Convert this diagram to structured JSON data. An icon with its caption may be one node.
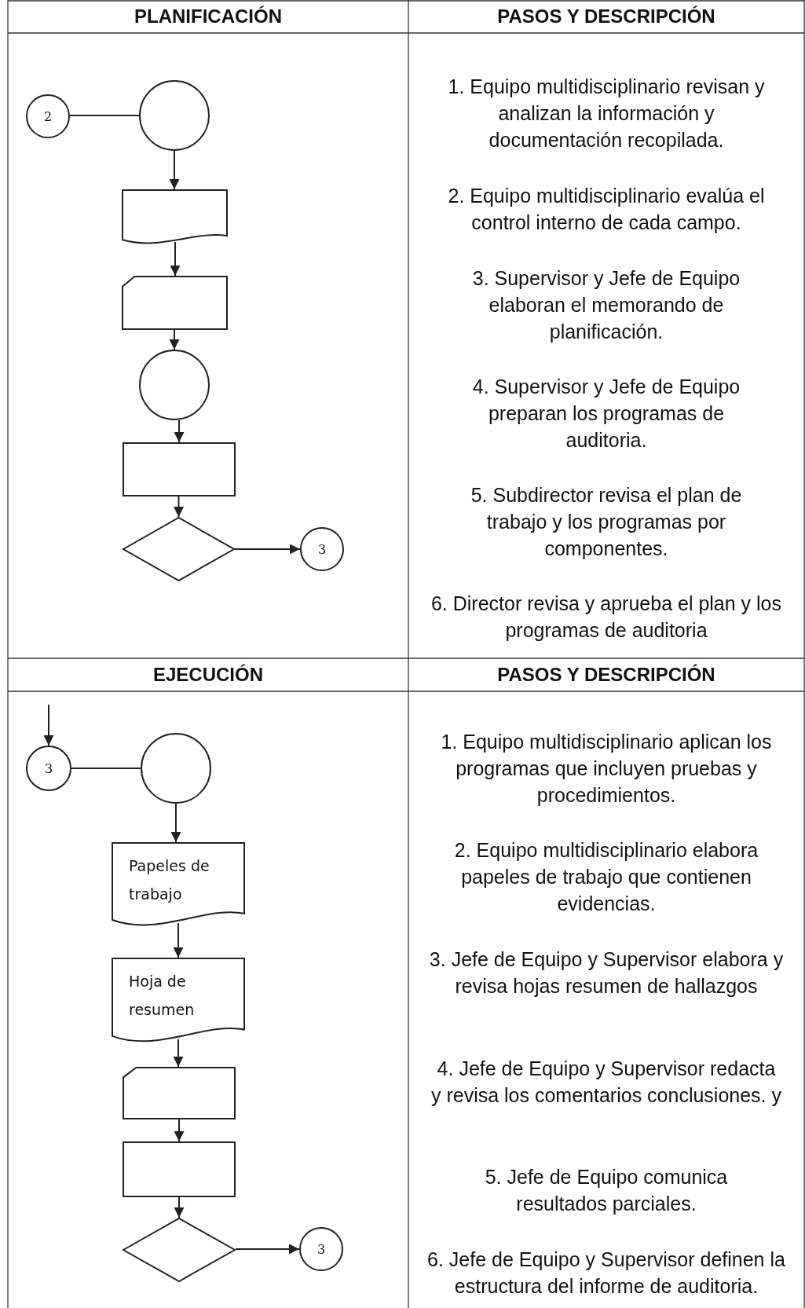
{
  "diagram": {
    "nodes": [
      {
        "text": [
          "2"
        ]
      },
      {
        "text": [],
        "shape": "circle"
      },
      {
        "text": [],
        "shape": "document"
      },
      {
        "text": [],
        "shape": "manual-input"
      },
      {
        "text": [],
        "shape": "circle"
      },
      {
        "text": [],
        "shape": "box"
      },
      {
        "text": [],
        "shape": "diamond"
      },
      {
        "text": [
          "3"
        ]
      },
      {
        "text": [
          "3"
        ]
      },
      {
        "text": [],
        "shape": "circle"
      },
      {
        "text": [
          "Papeles de trabajo"
        ]
      },
      {
        "text": [
          "Hoja de resumen"
        ]
      },
      {
        "text": [],
        "shape": "manual-input"
      },
      {
        "text": [],
        "shape": "box"
      },
      {
        "text": [],
        "shape": "diamond"
      },
      {
        "text": [
          "3"
        ]
      }
    ],
    "edges": [
      {
        "from": 0,
        "to": 1,
        "arrow": "none"
      },
      {
        "from": 1,
        "to": 2,
        "arrow": "to"
      },
      {
        "from": 2,
        "to": 3,
        "arrow": "to"
      },
      {
        "from": 3,
        "to": 4,
        "arrow": "to"
      },
      {
        "from": 4,
        "to": 5,
        "arrow": "to"
      },
      {
        "from": 5,
        "to": 6,
        "arrow": "to"
      },
      {
        "from": 6,
        "to": 7,
        "arrow": "to"
      },
      {
        "from": null,
        "to": 8,
        "arrow": "to"
      },
      {
        "from": 8,
        "to": 9,
        "arrow": "none"
      },
      {
        "from": 9,
        "to": 10,
        "arrow": "to"
      },
      {
        "from": 10,
        "to": 11,
        "arrow": "to"
      },
      {
        "from": 11,
        "to": 12,
        "arrow": "to"
      },
      {
        "from": 12,
        "to": 13,
        "arrow": "to"
      },
      {
        "from": 13,
        "to": 14,
        "arrow": "to"
      },
      {
        "from": 14,
        "to": 15,
        "arrow": "to"
      }
    ],
    "labels": [
      "PLANIFICACIÓN",
      "PASOS Y DESCRIPCIÓN",
      "1. Equipo multidisciplinario revisan y analizan la información y documentación recopilada.",
      "2. Equipo multidisciplinario evalúa el control interno de cada campo.",
      "3. Supervisor y Jefe de Equipo elaboran el memorando de planificación.",
      "4. Supervisor y Jefe de Equipo preparan los programas de auditoria.",
      "5. Subdirector revisa el plan de trabajo y los programas por componentes.",
      "6. Director revisa y aprueba el plan y los programas de auditoria",
      "EJECUCIÓN",
      "PASOS Y DESCRIPCIÓN",
      "1. Equipo multidisciplinario aplican los programas que incluyen pruebas y procedimientos.",
      "2. Equipo multidisciplinario elabora papeles de trabajo que contienen evidencias.",
      "3. Jefe de Equipo y Supervisor elabora y revisa hojas resumen de hallazgos",
      "4. Jefe de Equipo y Supervisor redacta y revisa los comentarios conclusiones. y",
      "5. Jefe de Equipo comunica resultados parciales.",
      "6. Jefe de Equipo y Supervisor definen la estructura del informe de auditoria."
    ]
  }
}
